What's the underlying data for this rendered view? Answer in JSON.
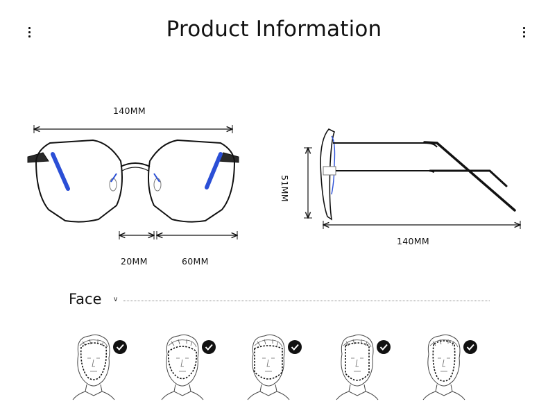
{
  "header": {
    "title": "Product Information",
    "left_menu_icon": "vertical-dots-icon",
    "right_menu_icon": "vertical-dots-icon"
  },
  "front_view": {
    "total_width": "140MM",
    "bridge_width": "20MM",
    "lens_width": "60MM"
  },
  "side_view": {
    "lens_height": "51MM",
    "temple_length": "140MM"
  },
  "face_section": {
    "label": "Face",
    "chevron_icon": "chevron-down-icon",
    "faces": [
      {
        "shape": "oval",
        "suitable": true
      },
      {
        "shape": "round",
        "suitable": true
      },
      {
        "shape": "square",
        "suitable": true
      },
      {
        "shape": "oblong",
        "suitable": true
      },
      {
        "shape": "long",
        "suitable": true
      }
    ]
  },
  "colors": {
    "frame": "#1a1a1a",
    "lens_accent": "#3355cc",
    "check_badge": "#111111"
  }
}
